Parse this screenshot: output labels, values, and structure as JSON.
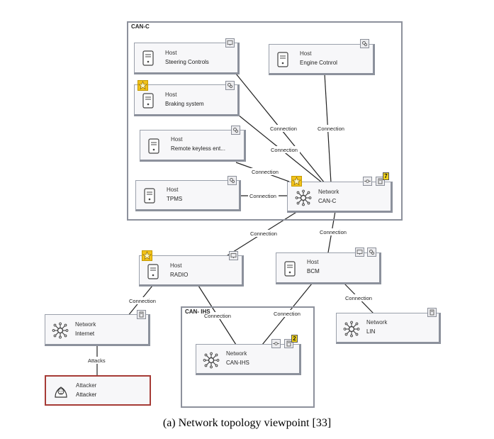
{
  "caption": "(a) Network topology viewpoint [33]",
  "zones": {
    "canc": "CAN-C",
    "canihs": "CAN- IHS"
  },
  "nodes": {
    "steering": {
      "kind": "Host",
      "name": "Steering Controls"
    },
    "engine": {
      "kind": "Host",
      "name": "Engine Cotnrol"
    },
    "braking": {
      "kind": "Host",
      "name": "Braking system"
    },
    "keyless": {
      "kind": "Host",
      "name": "Remote keyless ent..."
    },
    "tpms": {
      "kind": "Host",
      "name": "TPMS"
    },
    "canc_net": {
      "kind": "Network",
      "name": "CAN-C",
      "count": "7"
    },
    "radio": {
      "kind": "Host",
      "name": "RADIO"
    },
    "bcm": {
      "kind": "Host",
      "name": "BCM"
    },
    "internet": {
      "kind": "Network",
      "name": "Internet"
    },
    "lin": {
      "kind": "Network",
      "name": "LIN"
    },
    "canihs_net": {
      "kind": "Network",
      "name": "CAN-IHS",
      "count": "2"
    },
    "attacker": {
      "kind": "Attacker",
      "name": "Attacker"
    }
  },
  "edges": {
    "connection": "Connection",
    "attacks": "Attacks"
  },
  "colors": {
    "node_border": "#8c919c",
    "attacker_border": "#a63b36",
    "star": "#f1c21b",
    "count_badge": "#f2d31b"
  },
  "icons": {
    "host": "server-icon",
    "network": "network-hub-icon",
    "attacker": "hacker-icon",
    "monitor": "monitor-icon",
    "gear": "gear-icon",
    "star": "star-icon",
    "device": "device-icon",
    "filter": "filter-icon"
  }
}
